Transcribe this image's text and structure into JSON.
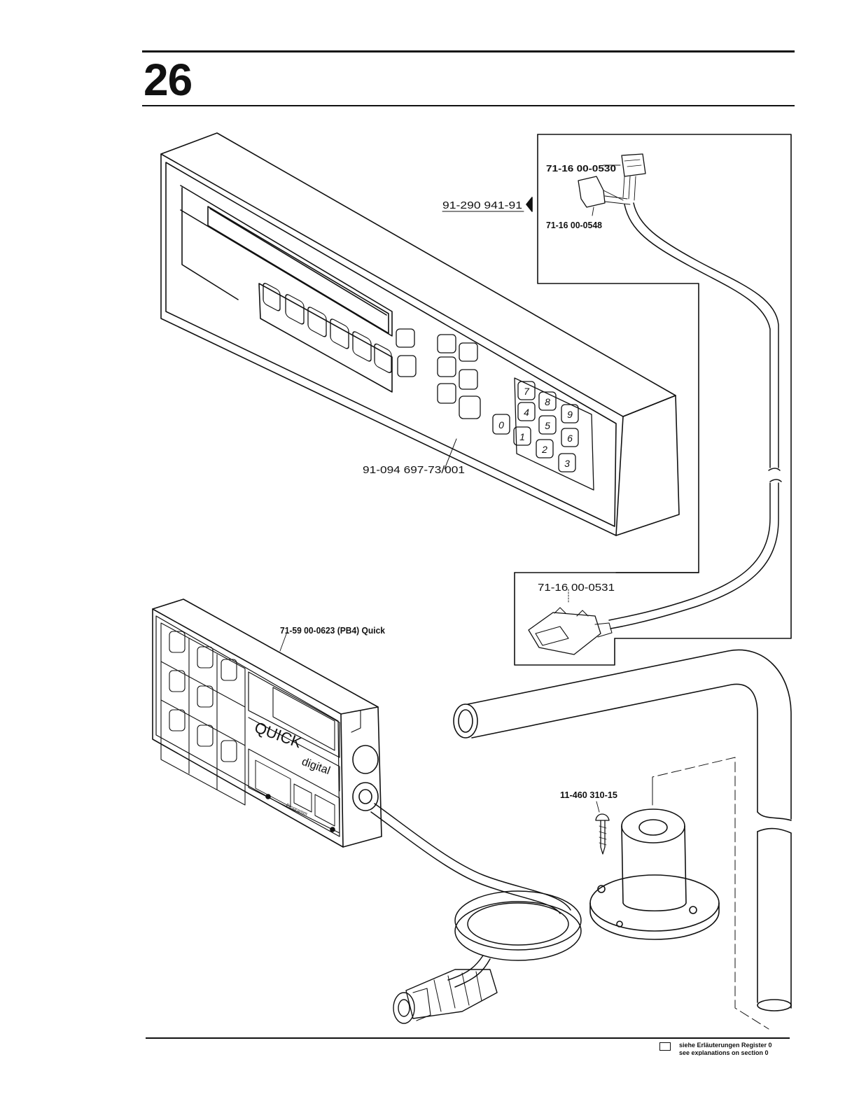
{
  "page": {
    "number": "26"
  },
  "parts": {
    "cable_assembly": "91-290 941-91",
    "connector_upper": "71-16 00-0530",
    "connector_lower": "71-16 00-0548",
    "control_panel": "91-094 697-73/001",
    "sub_d_connector": "71-16 00-0531",
    "quick_panel": "71-59 00-0623 (PB4) Quick",
    "screw": "11-460 310-15"
  },
  "panel_text": {
    "brand": "QUICK",
    "brand_sub": "digital",
    "program": "Programm",
    "keypad": [
      "7",
      "8",
      "9",
      "4",
      "5",
      "6",
      "0",
      "1",
      "2",
      "3"
    ]
  },
  "footnote": {
    "line1": "siehe Erläuterungen Register 0",
    "line2": "see explanations on section 0"
  }
}
